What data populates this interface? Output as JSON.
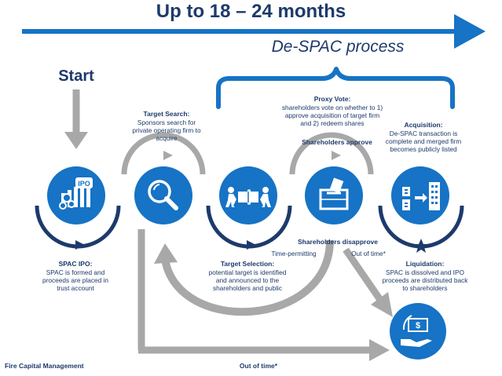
{
  "title": "Up to 18 – 24 months",
  "subtitle": "De-SPAC process",
  "start_label": "Start",
  "company": "Fire Capital Management",
  "colors": {
    "primary_blue": "#1673c5",
    "dark_navy": "#1d3a6b",
    "arrow_gray": "#a8a8a8"
  },
  "steps": {
    "spac_ipo": {
      "title": "SPAC IPO:",
      "text": "SPAC is formed and proceeds are placed in trust account",
      "icon": "ipo-growth-icon"
    },
    "target_search": {
      "title": "Target Search:",
      "text": "Sponsors search for private operating firm to acquire",
      "icon": "magnifier-icon"
    },
    "target_selection": {
      "title": "Target Selection:",
      "text": "potential target is identified and announced to the shareholders and public",
      "icon": "puzzle-handshake-icon"
    },
    "proxy_vote": {
      "title": "Proxy Vote:",
      "text": "shareholders vote on whether to 1) approve acquisition of target firm and 2) redeem shares",
      "icon": "ballot-box-icon"
    },
    "acquisition": {
      "title": "Acquisition:",
      "text": "De-SPAC transaction is complete and merged firm becomes publicly listed",
      "icon": "buildings-merge-icon"
    },
    "liquidation": {
      "title": "Liquidation:",
      "text": "SPAC is dissolved and IPO proceeds are distributed back to shareholders",
      "icon": "money-return-icon"
    }
  },
  "labels": {
    "approve": "Shareholders approve",
    "disapprove": "Shareholders disapprove",
    "time_permitting": "Time-permitting",
    "out_of_time_right": "Out of time*",
    "out_of_time_bottom": "Out of time*"
  }
}
